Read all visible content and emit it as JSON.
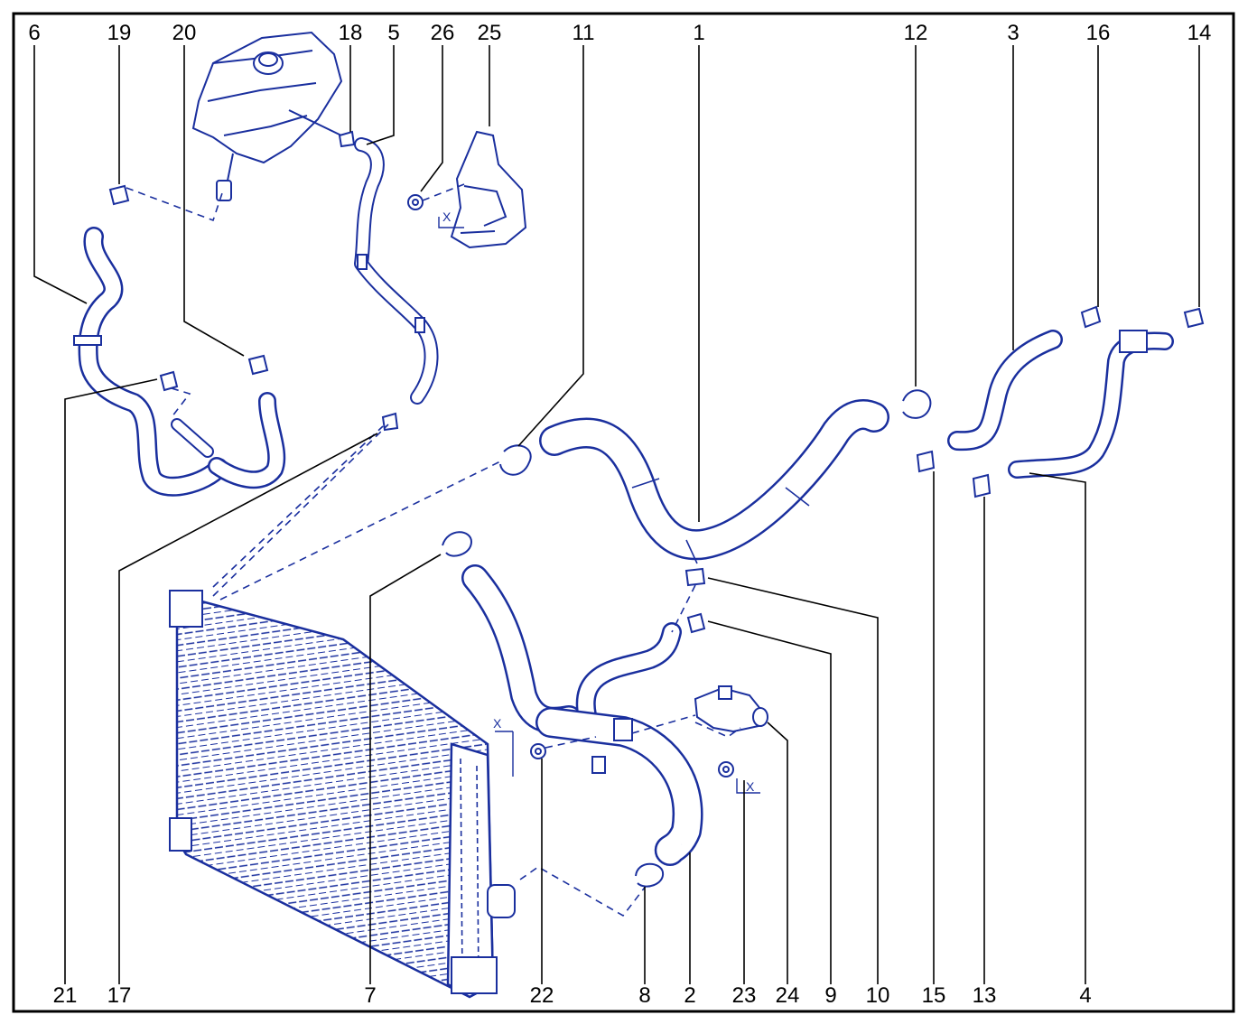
{
  "colors": {
    "line": "#1a2f9e",
    "fill": "#ffffff",
    "text": "#000000"
  },
  "top_labels": [
    "6",
    "19",
    "20",
    "18",
    "5",
    "26",
    "25",
    "11",
    "1",
    "12",
    "3",
    "16",
    "14"
  ],
  "bottom_labels": [
    "21",
    "17",
    "7",
    "22",
    "8",
    "2",
    "23",
    "24",
    "9",
    "10",
    "15",
    "13",
    "4"
  ],
  "dimension_marks": [
    "X",
    "X",
    "X"
  ]
}
